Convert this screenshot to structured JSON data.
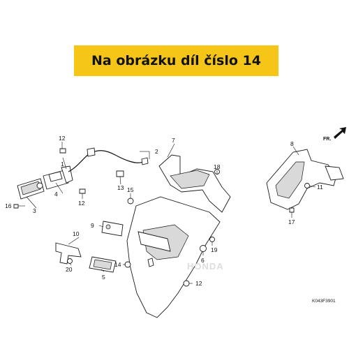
{
  "banner": {
    "text": "Na obrázku díl číslo 14",
    "color": "#f5c518"
  },
  "diagram_code": "K043F3901",
  "direction_label": "FR.",
  "callouts": {
    "c1": "1",
    "c2": "2",
    "c3": "3",
    "c4": "4",
    "c5": "5",
    "c6": "6",
    "c7": "7",
    "c8": "8",
    "c9": "9",
    "c10": "10",
    "c11": "11",
    "c12a": "12",
    "c12b": "12",
    "c12c": "12",
    "c13": "13",
    "c14": "14",
    "c15": "15",
    "c16": "16",
    "c17": "17",
    "c18": "18",
    "c19": "19",
    "c20": "20"
  }
}
